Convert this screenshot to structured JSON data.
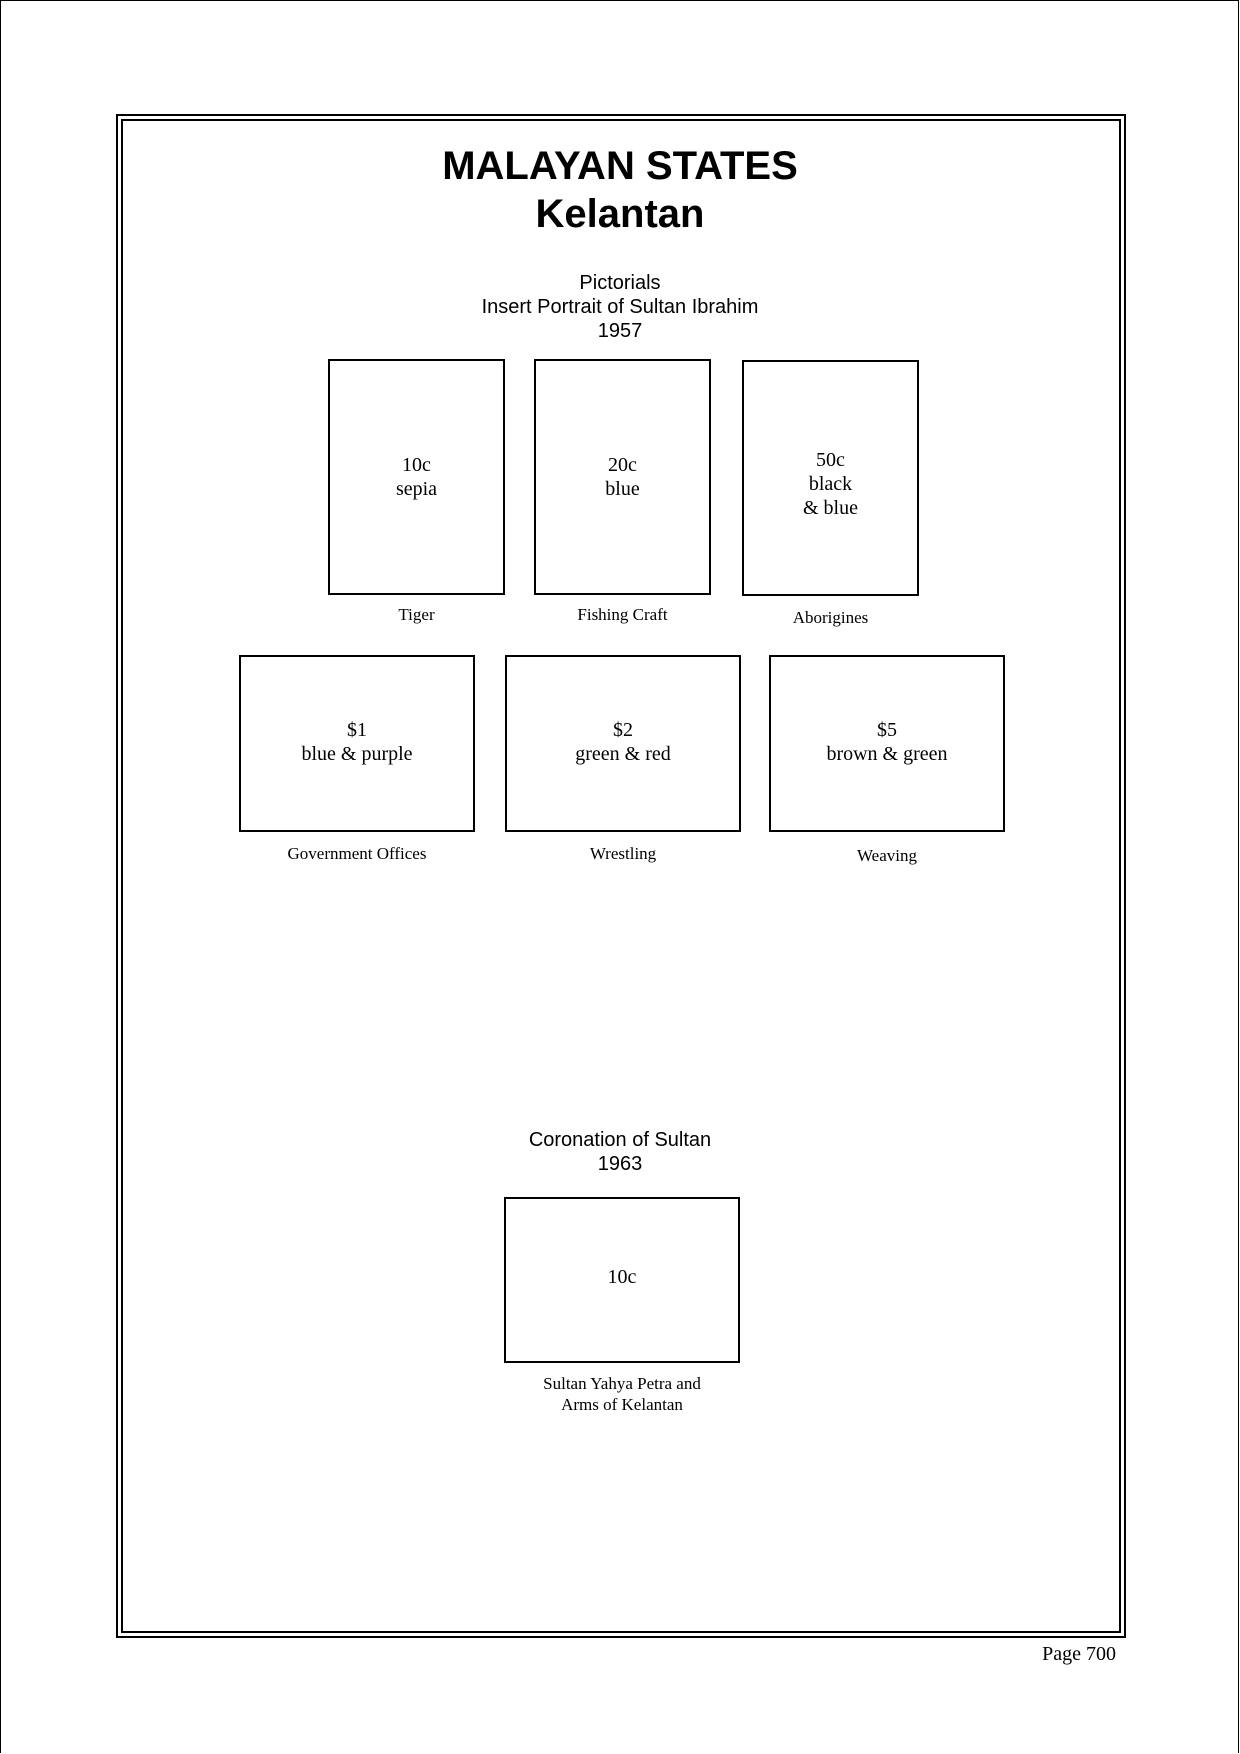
{
  "header": {
    "title": "MALAYAN STATES",
    "subtitle": "Kelantan"
  },
  "sections": [
    {
      "heading_lines": [
        "Pictorials",
        "Insert Portrait of Sultan Ibrahim",
        "1957"
      ],
      "stamps": [
        {
          "lines": [
            "10c",
            "sepia"
          ],
          "caption_lines": [
            "Tiger"
          ]
        },
        {
          "lines": [
            "20c",
            "blue"
          ],
          "caption_lines": [
            "Fishing Craft"
          ]
        },
        {
          "lines": [
            "50c",
            "black",
            "& blue"
          ],
          "caption_lines": [
            "Aborigines"
          ]
        },
        {
          "lines": [
            "$1",
            "blue & purple"
          ],
          "caption_lines": [
            "Government Offices"
          ]
        },
        {
          "lines": [
            "$2",
            "green & red"
          ],
          "caption_lines": [
            "Wrestling"
          ]
        },
        {
          "lines": [
            "$5",
            "brown & green"
          ],
          "caption_lines": [
            "Weaving"
          ]
        }
      ]
    },
    {
      "heading_lines": [
        "Coronation of Sultan",
        "1963"
      ],
      "stamps": [
        {
          "lines": [
            "10c"
          ],
          "caption_lines": [
            "Sultan Yahya Petra and",
            "Arms of Kelantan"
          ]
        }
      ]
    }
  ],
  "footer": {
    "page_label": "Page 700"
  }
}
